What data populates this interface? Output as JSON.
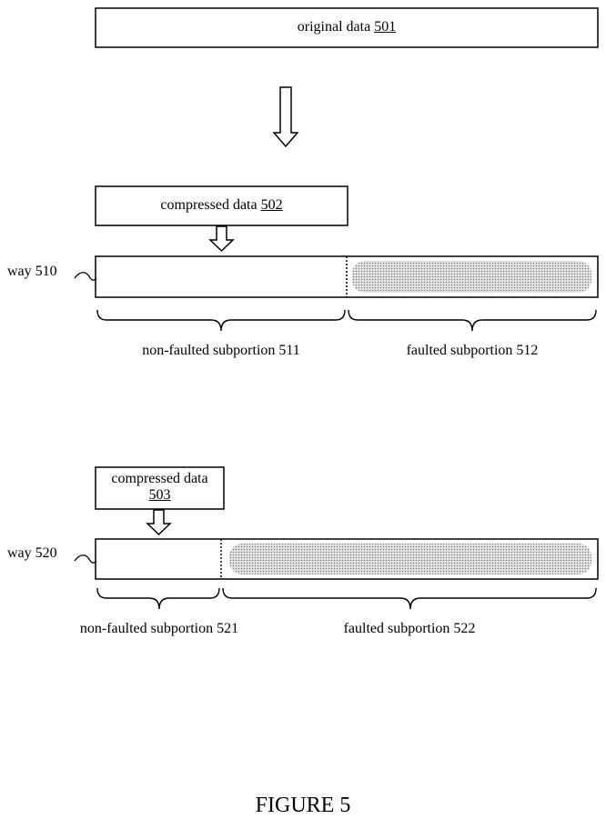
{
  "diagram": {
    "original_data": {
      "text": "original data",
      "ref": "501"
    },
    "compressed_502": {
      "text": "compressed data",
      "ref": "502"
    },
    "way_510": {
      "label": "way 510"
    },
    "subportion_511": {
      "label": "non-faulted subportion 511"
    },
    "subportion_512": {
      "label": "faulted subportion 512"
    },
    "compressed_503": {
      "text": "compressed data",
      "ref": "503"
    },
    "way_520": {
      "label": "way 520"
    },
    "subportion_521": {
      "label": "non-faulted subportion 521"
    },
    "subportion_522": {
      "label": "faulted subportion 522"
    },
    "figure_title": "FIGURE 5"
  },
  "colors": {
    "stroke": "#000000",
    "faulted_fill": "#d6d6d6"
  }
}
